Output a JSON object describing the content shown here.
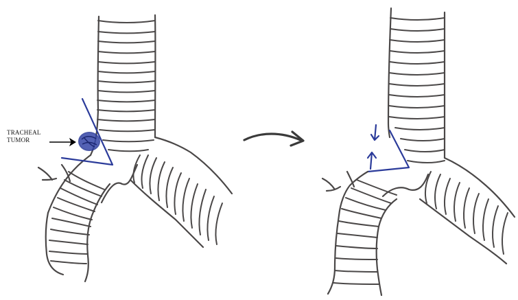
{
  "annotation": {
    "line1": "TRACHEAL",
    "line2": "TUMOR"
  },
  "colors": {
    "ink": "#4a4747",
    "tumor_blue": "#2b3b9a",
    "background": "#ffffff"
  },
  "panels": [
    {
      "id": "before",
      "shows": "trachea-with-tumor"
    },
    {
      "id": "after",
      "shows": "resected-trachea-with-anastomosis"
    }
  ],
  "transition_arrow": "curved-arrow-right"
}
